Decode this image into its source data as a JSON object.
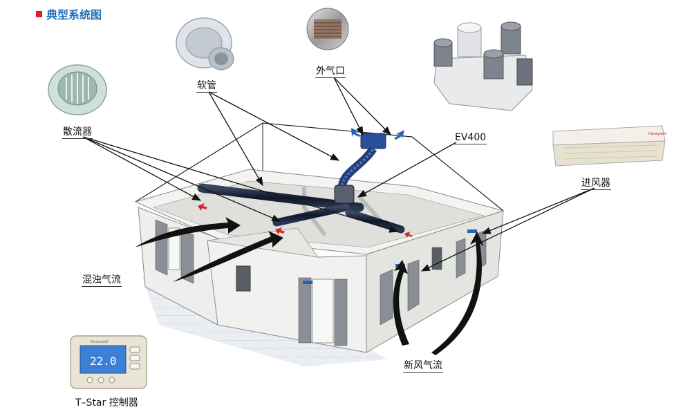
{
  "title": "典型系统图",
  "labels": {
    "diffuser": "散流器",
    "flex_duct": "软管",
    "outside_vent": "外气口",
    "ev400": "EV400",
    "inlet": "进风器",
    "mixed_air": "混浊气流",
    "fresh_air": "新风气流",
    "controller": "T–Star 控制器"
  },
  "controller": {
    "brand": "Honeywell",
    "display": "22.0"
  },
  "inlet_brand": "Honeywell",
  "colors": {
    "title": "#1e6fb8",
    "title_marker": "#e21f26",
    "duct": "#1b2a4a",
    "arrow_red": "#d9262a",
    "arrow_blue": "#2a62b0",
    "screen": "#3d7fd4"
  }
}
